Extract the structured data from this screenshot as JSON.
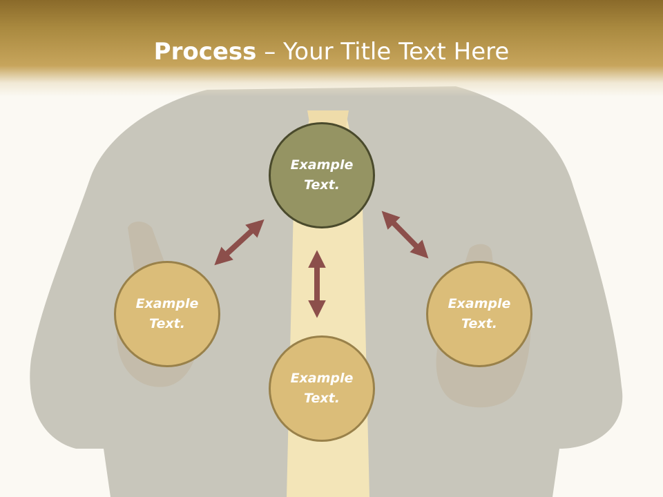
{
  "header": {
    "title_strong": "Process",
    "title_dash": " – ",
    "title_rest": "Your Title Text Here"
  },
  "diagram": {
    "center_node": {
      "label": "Example\nText."
    },
    "left_node": {
      "label": "Example\nText."
    },
    "right_node": {
      "label": "Example\nText."
    },
    "bottom_node": {
      "label": "Example\nText."
    }
  },
  "colors": {
    "header_gold": "#c7a55c",
    "center_fill": "#959463",
    "center_border": "#4a4a2c",
    "node_fill": "#dbbd79",
    "node_border": "#99814a",
    "arrow": "#8c4f4b"
  }
}
